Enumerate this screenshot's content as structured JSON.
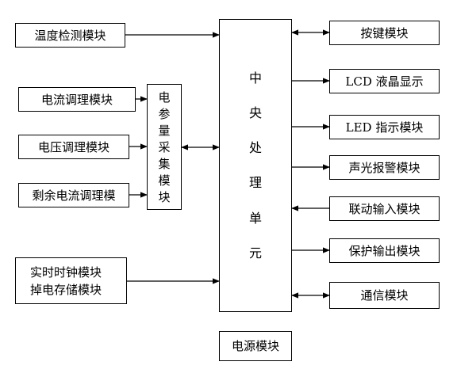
{
  "left_modules": {
    "temp_detect": "温度检测模块",
    "current_cond": "电流调理模块",
    "voltage_cond": "电压调理模块",
    "residual_cond": "剩余电流调理模",
    "rtc_line1": "实时时钟模块",
    "rtc_line2": "掉电存储模块"
  },
  "elec_param_unit": [
    "电",
    "参",
    "量",
    "采",
    "集",
    "模",
    "块"
  ],
  "cpu_unit": [
    "中",
    "央",
    "处",
    "理",
    "单",
    "元"
  ],
  "right_modules": {
    "keypad": "按键模块",
    "lcd": "LCD 液晶显示",
    "led": "LED 指示模块",
    "alarm": "声光报警模块",
    "linkage_input": "联动输入模块",
    "protect_output": "保护输出模块",
    "comm": "通信模块"
  },
  "bottom_modules": {
    "power": "电源模块"
  },
  "colors": {
    "line": "#000000",
    "border": "#000000",
    "background": "#ffffff"
  }
}
